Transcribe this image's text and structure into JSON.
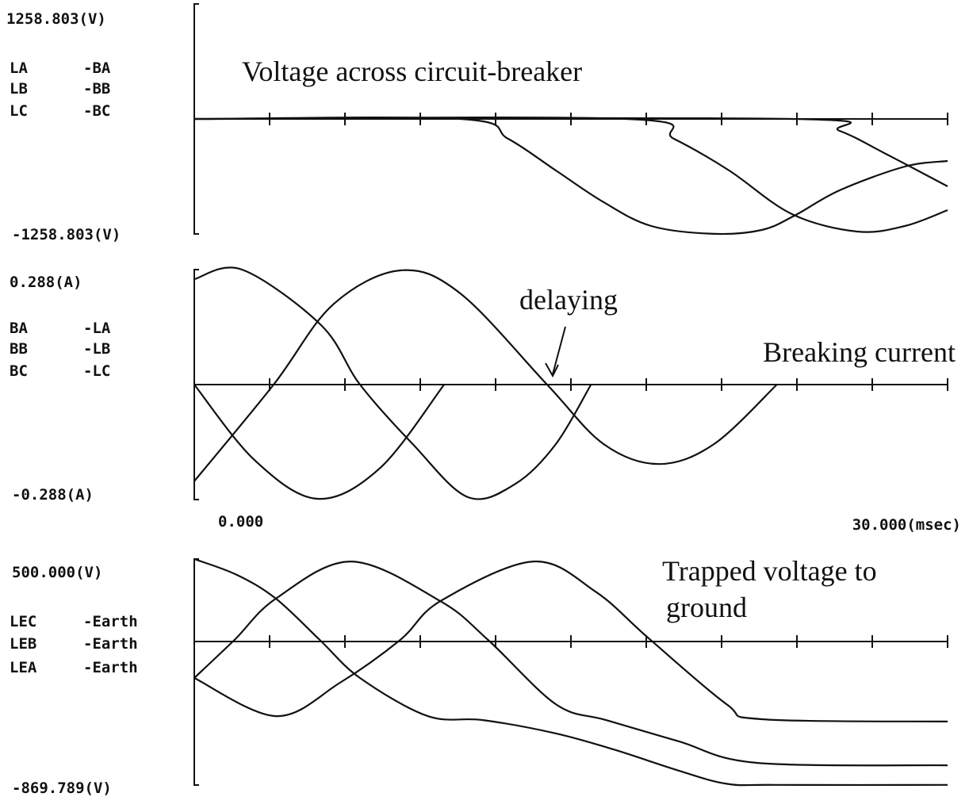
{
  "chart_data": [
    {
      "type": "line",
      "title": "Voltage across circuit-breaker",
      "y_max_label": "1258.803(V)",
      "y_min_label": "-1258.803(V)",
      "ylim": [
        -1258.803,
        1258.803
      ],
      "xlim": [
        0,
        30
      ],
      "x_tick_step": 3,
      "legend": [
        {
          "left": "LA",
          "right": "-BA"
        },
        {
          "left": "LB",
          "right": "-BB"
        },
        {
          "left": "LC",
          "right": "-BC"
        }
      ],
      "series": [
        {
          "name": "LA-BA",
          "points": [
            [
              0,
              0
            ],
            [
              10.6,
              0
            ],
            [
              12.5,
              -217
            ],
            [
              14.4,
              -564
            ],
            [
              16.3,
              -911
            ],
            [
              18.2,
              -1172
            ],
            [
              20.7,
              -1258
            ],
            [
              22.6,
              -1215
            ],
            [
              23.9,
              -1059
            ],
            [
              25.7,
              -781
            ],
            [
              28.3,
              -521
            ],
            [
              30,
              -460
            ]
          ]
        },
        {
          "name": "LB-BB",
          "points": [
            [
              0,
              0
            ],
            [
              17.2,
              0
            ],
            [
              19.1,
              -217
            ],
            [
              21.3,
              -564
            ],
            [
              23.8,
              -1042
            ],
            [
              26.4,
              -1233
            ],
            [
              28.3,
              -1172
            ],
            [
              30,
              -998
            ]
          ]
        },
        {
          "name": "LC-BC",
          "points": [
            [
              0,
              0
            ],
            [
              23.8,
              0
            ],
            [
              25.7,
              -130
            ],
            [
              27.6,
              -391
            ],
            [
              30,
              -738
            ]
          ]
        }
      ]
    },
    {
      "type": "line",
      "title": "Breaking current",
      "annotation": "delaying",
      "y_max_label": "0.288(A)",
      "y_min_label": "-0.288(A)",
      "ylim": [
        -0.288,
        0.288
      ],
      "xlim": [
        0,
        30
      ],
      "x_tick_step": 3,
      "x_min_label": "0.000",
      "x_max_label": "30.000(msec)",
      "legend": [
        {
          "left": "BA",
          "right": "-LA"
        },
        {
          "left": "BB",
          "right": "-LB"
        },
        {
          "left": "BC",
          "right": "-LC"
        }
      ],
      "series": [
        {
          "name": "BA-LA",
          "points": [
            [
              0,
              0.264
            ],
            [
              1.9,
              0.288
            ],
            [
              5.05,
              0.149
            ],
            [
              6.6,
              0
            ],
            [
              8.7,
              -0.149
            ],
            [
              10.9,
              -0.282
            ],
            [
              12.8,
              -0.248
            ],
            [
              14.4,
              -0.149
            ],
            [
              15.8,
              0
            ]
          ]
        },
        {
          "name": "BB-LB",
          "points": [
            [
              0,
              -0.242
            ],
            [
              3.16,
              0
            ],
            [
              5.5,
              0.199
            ],
            [
              8.2,
              0.286
            ],
            [
              10.6,
              0.228
            ],
            [
              14.05,
              0
            ],
            [
              16.3,
              -0.149
            ],
            [
              18.5,
              -0.199
            ],
            [
              20.7,
              -0.149
            ],
            [
              23.2,
              0
            ]
          ]
        },
        {
          "name": "BC-LC",
          "points": [
            [
              0,
              0
            ],
            [
              2.4,
              -0.189
            ],
            [
              4.9,
              -0.286
            ],
            [
              7.4,
              -0.209
            ],
            [
              9.95,
              0
            ]
          ]
        }
      ]
    },
    {
      "type": "line",
      "title": "Trapped voltage to ground",
      "title_lines": [
        "Trapped voltage to",
        "ground"
      ],
      "y_max_label": "500.000(V)",
      "y_min_label": "-869.789(V)",
      "ylim": [
        -869.789,
        500
      ],
      "xlim": [
        0,
        30
      ],
      "x_tick_step": 3,
      "legend": [
        {
          "left": "LEC",
          "right": "-Earth"
        },
        {
          "left": "LEB",
          "right": "-Earth"
        },
        {
          "left": "LEA",
          "right": "-Earth"
        }
      ],
      "series": [
        {
          "name": "LEC-Earth",
          "points": [
            [
              0,
              500
            ],
            [
              1.7,
              404
            ],
            [
              3.25,
              260
            ],
            [
              5.0,
              10
            ],
            [
              6.6,
              -221
            ],
            [
              9.3,
              -452
            ],
            [
              11.5,
              -476
            ],
            [
              14.4,
              -557
            ],
            [
              16.7,
              -654
            ],
            [
              19.3,
              -783
            ],
            [
              21.2,
              -862
            ],
            [
              23.1,
              -869
            ],
            [
              30,
              -869
            ]
          ]
        },
        {
          "name": "LEB-Earth",
          "points": [
            [
              0,
              -221
            ],
            [
              3.25,
              -452
            ],
            [
              5.8,
              -250
            ],
            [
              8.2,
              10
            ],
            [
              9.8,
              245
            ],
            [
              13.5,
              485
            ],
            [
              16.0,
              300
            ],
            [
              18.1,
              19
            ],
            [
              21.2,
              -380
            ],
            [
              22.6,
              -471
            ],
            [
              30,
              -485
            ]
          ]
        },
        {
          "name": "LEA-Earth",
          "points": [
            [
              0,
              -221
            ],
            [
              1.6,
              10
            ],
            [
              3.25,
              260
            ],
            [
              6.25,
              485
            ],
            [
              9.8,
              245
            ],
            [
              11.7,
              10
            ],
            [
              14.4,
              -380
            ],
            [
              16.4,
              -476
            ],
            [
              19.3,
              -605
            ],
            [
              22.4,
              -735
            ],
            [
              30,
              -750
            ]
          ]
        }
      ]
    }
  ]
}
